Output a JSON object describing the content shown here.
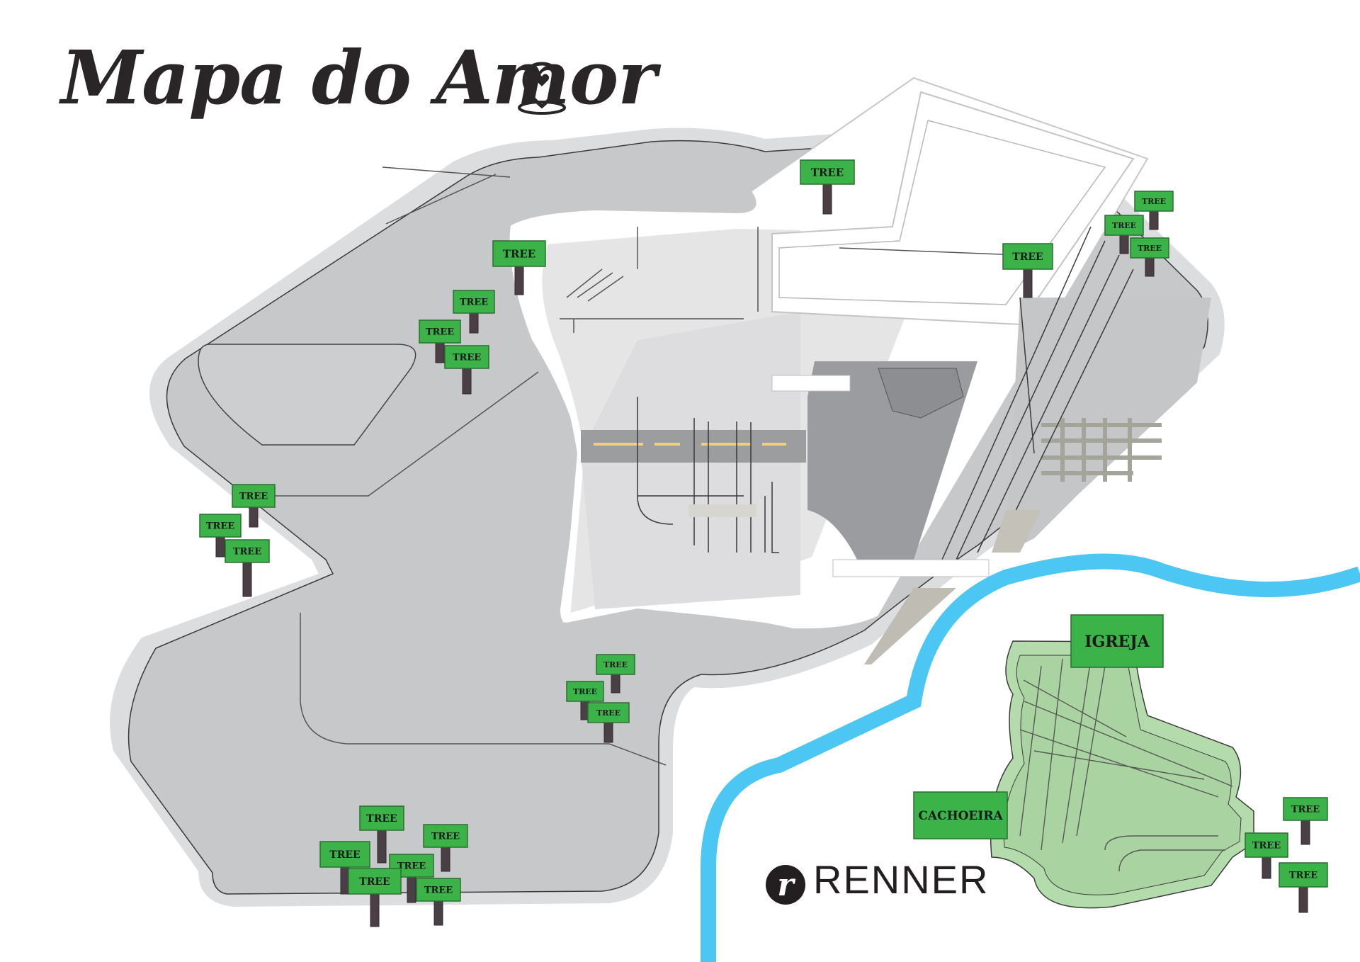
{
  "title": "Mapa do Amor",
  "icons": {
    "title_pin": "location-pin-heart-icon",
    "brand_mark": "renner-r-logo-icon"
  },
  "brand": {
    "name": "RENNER"
  },
  "colors": {
    "campus": "#c8c9cb",
    "campus_border": "#d9dadc",
    "road": "#ffffff",
    "plaza": "#e8e8e9",
    "parking": "#9d9ea1",
    "river": "#4cc6f2",
    "park": "#b3dbab",
    "sign": "#3cb349",
    "trunk": "#4a3f45"
  },
  "labels": {
    "tree": "TREE",
    "igreja": "IGREJA",
    "cachoeira": "CACHOEIRA"
  }
}
